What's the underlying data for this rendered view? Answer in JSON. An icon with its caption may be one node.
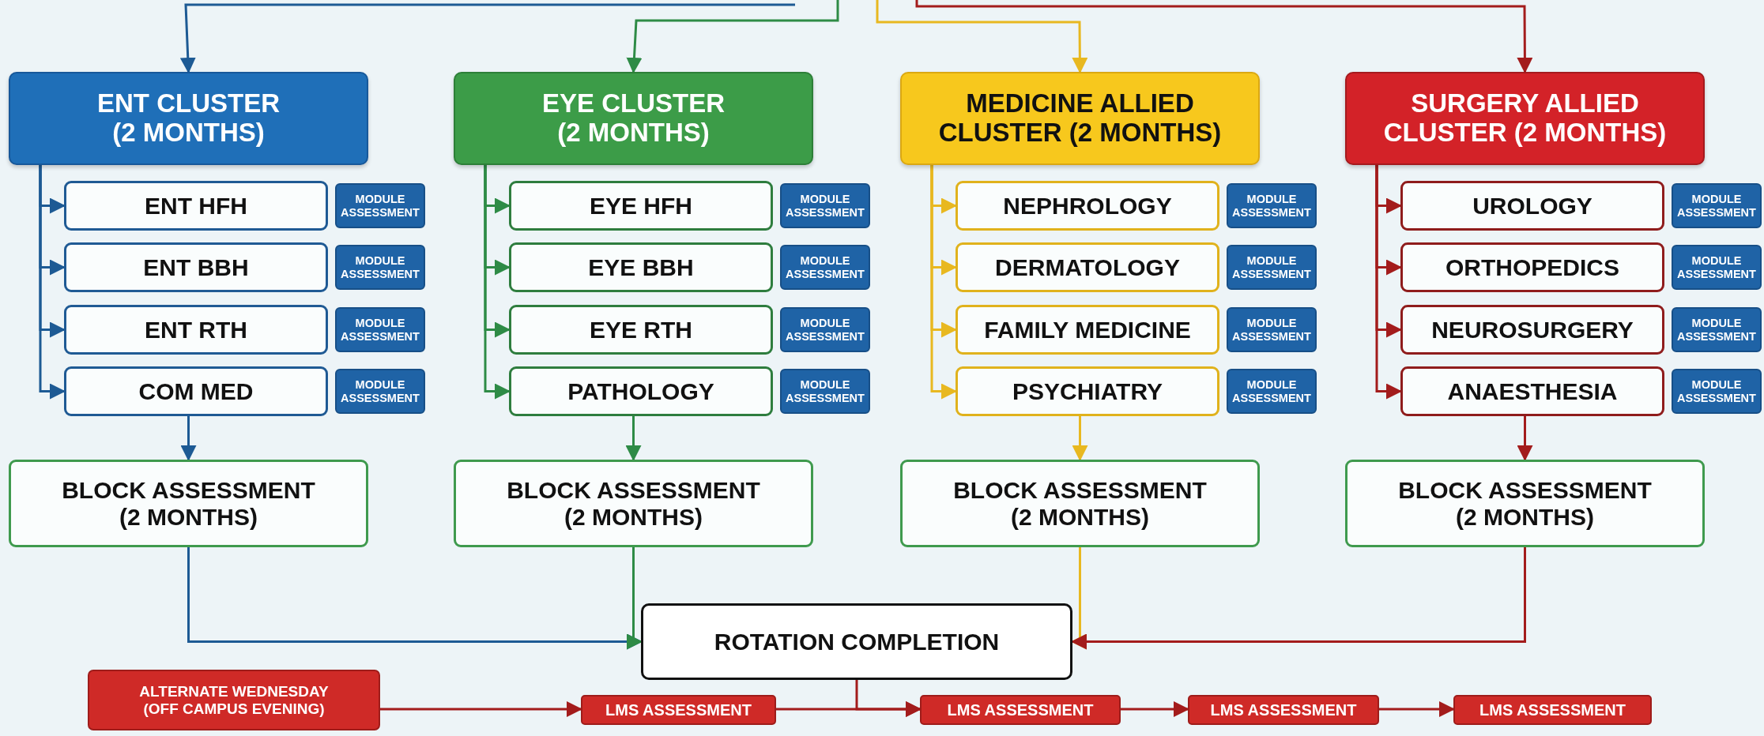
{
  "diagram": {
    "nodes": [
      {
        "text": [
          "ENT CLUSTER (2 MONTHS)"
        ]
      },
      {
        "text": [
          "ENT HFH"
        ]
      },
      {
        "text": [
          "MODULE ASSESSMENT"
        ]
      },
      {
        "text": [
          "ENT BBH"
        ]
      },
      {
        "text": [
          "MODULE ASSESSMENT"
        ]
      },
      {
        "text": [
          "ENT RTH"
        ]
      },
      {
        "text": [
          "MODULE ASSESSMENT"
        ]
      },
      {
        "text": [
          "COM MED"
        ]
      },
      {
        "text": [
          "MODULE ASSESSMENT"
        ]
      },
      {
        "text": [
          "BLOCK ASSESSMENT (2 MONTHS)"
        ]
      },
      {
        "text": [
          "EYE CLUSTER (2 MONTHS)"
        ]
      },
      {
        "text": [
          "EYE HFH"
        ]
      },
      {
        "text": [
          "MODULE ASSESSMENT"
        ]
      },
      {
        "text": [
          "EYE BBH"
        ]
      },
      {
        "text": [
          "MODULE ASSESSMENT"
        ]
      },
      {
        "text": [
          "EYE RTH"
        ]
      },
      {
        "text": [
          "MODULE ASSESSMENT"
        ]
      },
      {
        "text": [
          "PATHOLOGY"
        ]
      },
      {
        "text": [
          "MODULE ASSESSMENT"
        ]
      },
      {
        "text": [
          "BLOCK ASSESSMENT (2 MONTHS)"
        ]
      },
      {
        "text": [
          "MEDICINE ALLIED CLUSTER (2 MONTHS)"
        ]
      },
      {
        "text": [
          "NEPHROLOGY"
        ]
      },
      {
        "text": [
          "MODULE ASSESSMENT"
        ]
      },
      {
        "text": [
          "DERMATOLOGY"
        ]
      },
      {
        "text": [
          "MODULE ASSESSMENT"
        ]
      },
      {
        "text": [
          "FAMILY MEDICINE"
        ]
      },
      {
        "text": [
          "MODULE ASSESSMENT"
        ]
      },
      {
        "text": [
          "PSYCHIATRY"
        ]
      },
      {
        "text": [
          "MODULE ASSESSMENT"
        ]
      },
      {
        "text": [
          "BLOCK ASSESSMENT (2 MONTHS)"
        ]
      },
      {
        "text": [
          "SURGERY ALLIED CLUSTER (2 MONTHS)"
        ]
      },
      {
        "text": [
          "UROLOGY"
        ]
      },
      {
        "text": [
          "MODULE ASSESSMENT"
        ]
      },
      {
        "text": [
          "ORTHOPEDICS"
        ]
      },
      {
        "text": [
          "MODULE ASSESSMENT"
        ]
      },
      {
        "text": [
          "NEUROSURGERY"
        ]
      },
      {
        "text": [
          "MODULE ASSESSMENT"
        ]
      },
      {
        "text": [
          "ANAESTHESIA"
        ]
      },
      {
        "text": [
          "MODULE ASSESSMENT"
        ]
      },
      {
        "text": [
          "BLOCK ASSESSMENT (2 MONTHS)"
        ]
      },
      {
        "text": [
          "ROTATION COMPLETION"
        ]
      },
      {
        "text": [
          "ALTERNATE WEDNESDAY (OFF CAMPUS EVENING)"
        ]
      },
      {
        "text": [
          "LMS ASSESSMENT"
        ]
      },
      {
        "text": [
          "LMS ASSESSMENT"
        ]
      },
      {
        "text": [
          "LMS ASSESSMENT"
        ]
      },
      {
        "text": [
          "LMS ASSESSMENT"
        ]
      }
    ],
    "edges": [
      {
        "from": null,
        "to": 0,
        "arrow": "to",
        "color": "#1d5a94"
      },
      {
        "from": 0,
        "to": 1,
        "arrow": "to",
        "color": "#1d5a94"
      },
      {
        "from": 0,
        "to": 3,
        "arrow": "to",
        "color": "#1d5a94"
      },
      {
        "from": 0,
        "to": 5,
        "arrow": "to",
        "color": "#1d5a94"
      },
      {
        "from": 0,
        "to": 7,
        "arrow": "to",
        "color": "#1d5a94"
      },
      {
        "from": 7,
        "to": 9,
        "arrow": "to",
        "color": "#1d5a94"
      },
      {
        "from": 9,
        "to": 40,
        "arrow": "to",
        "color": "#1d5a94"
      },
      {
        "from": null,
        "to": 10,
        "arrow": "to",
        "color": "#2e8b46"
      },
      {
        "from": 10,
        "to": 11,
        "arrow": "to",
        "color": "#2e8b46"
      },
      {
        "from": 10,
        "to": 13,
        "arrow": "to",
        "color": "#2e8b46"
      },
      {
        "from": 10,
        "to": 15,
        "arrow": "to",
        "color": "#2e8b46"
      },
      {
        "from": 10,
        "to": 17,
        "arrow": "to",
        "color": "#2e8b46"
      },
      {
        "from": 17,
        "to": 19,
        "arrow": "to",
        "color": "#2e8b46"
      },
      {
        "from": 19,
        "to": 40,
        "arrow": "to",
        "color": "#2e8b46"
      },
      {
        "from": null,
        "to": 20,
        "arrow": "to",
        "color": "#e8b820"
      },
      {
        "from": 20,
        "to": 21,
        "arrow": "to",
        "color": "#e8b820"
      },
      {
        "from": 20,
        "to": 23,
        "arrow": "to",
        "color": "#e8b820"
      },
      {
        "from": 20,
        "to": 25,
        "arrow": "to",
        "color": "#e8b820"
      },
      {
        "from": 20,
        "to": 27,
        "arrow": "to",
        "color": "#e8b820"
      },
      {
        "from": 27,
        "to": 29,
        "arrow": "to",
        "color": "#e8b820"
      },
      {
        "from": 29,
        "to": 40,
        "arrow": "to",
        "color": "#e8b820"
      },
      {
        "from": null,
        "to": 30,
        "arrow": "to"
      },
      {
        "from": 30,
        "to": 31,
        "arrow": "to"
      },
      {
        "from": 30,
        "to": 33,
        "arrow": "to"
      },
      {
        "from": 30,
        "to": 35,
        "arrow": "to"
      },
      {
        "from": 30,
        "to": 37,
        "arrow": "to"
      },
      {
        "from": 37,
        "to": 39,
        "arrow": "to"
      },
      {
        "from": 39,
        "to": 40,
        "arrow": "to"
      },
      {
        "from": 41,
        "to": 42,
        "arrow": "to"
      },
      {
        "from": 42,
        "to": 43,
        "arrow": "to"
      },
      {
        "from": 40,
        "to": 43,
        "arrow": "to"
      },
      {
        "from": 43,
        "to": 44,
        "arrow": "to"
      },
      {
        "from": 44,
        "to": 45,
        "arrow": "to"
      }
    ]
  }
}
